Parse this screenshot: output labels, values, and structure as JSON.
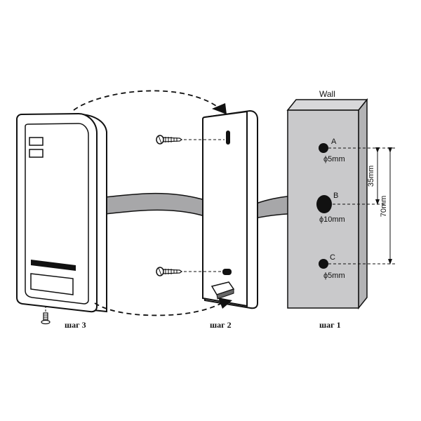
{
  "labels": {
    "wall": "Wall",
    "step1": "шаг 1",
    "step2": "шаг 2",
    "step3": "шаг 3"
  },
  "holes": [
    {
      "id": "A",
      "size": "ϕ5mm"
    },
    {
      "id": "B",
      "size": "ϕ10mm"
    },
    {
      "id": "C",
      "size": "ϕ5mm"
    }
  ],
  "dimensions": {
    "ab": "35mm",
    "ac": "70mm"
  },
  "colors": {
    "wall": "#c9c9cb",
    "cable": "#a7a7a9",
    "stroke": "#111111"
  }
}
